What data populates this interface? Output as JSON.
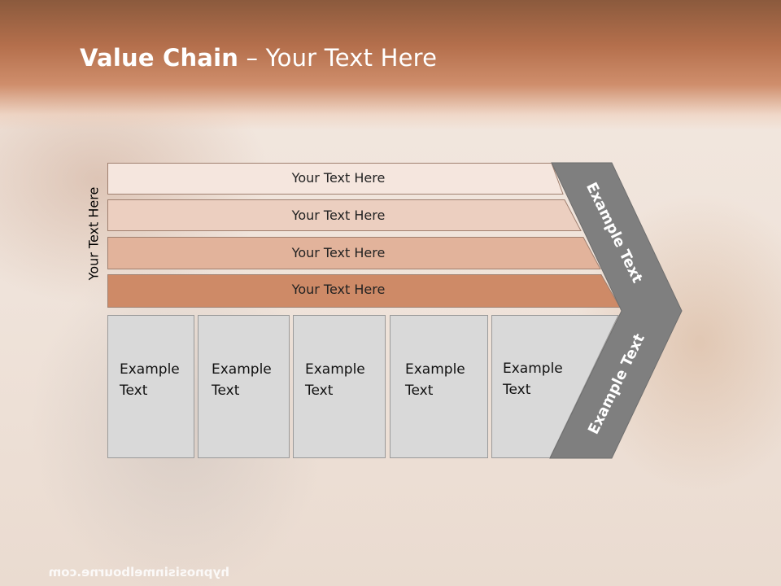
{
  "slide": {
    "title_bold": "Value Chain",
    "title_rest": " – Your Text Here",
    "vertical_label": "Your Text Here",
    "watermark": "hypnosisinmelbourne.com"
  },
  "bars": [
    {
      "label": "Your Text Here",
      "fill": "#f5e6de"
    },
    {
      "label": "Your Text Here",
      "fill": "#eccfc0"
    },
    {
      "label": "Your Text Here",
      "fill": "#e2b39b"
    },
    {
      "label": "Your Text Here",
      "fill": "#ce8a67"
    }
  ],
  "boxes": [
    {
      "line1": "Example",
      "line2": "Text"
    },
    {
      "line1": "Example",
      "line2": "Text"
    },
    {
      "line1": "Example",
      "line2": "Text"
    },
    {
      "line1": "Example",
      "line2": "Text"
    },
    {
      "line1": "Example",
      "line2": "Text"
    }
  ],
  "chevron": {
    "upper_label": "Example Text",
    "lower_label": "Example Text",
    "color": "#7f7f7f"
  }
}
